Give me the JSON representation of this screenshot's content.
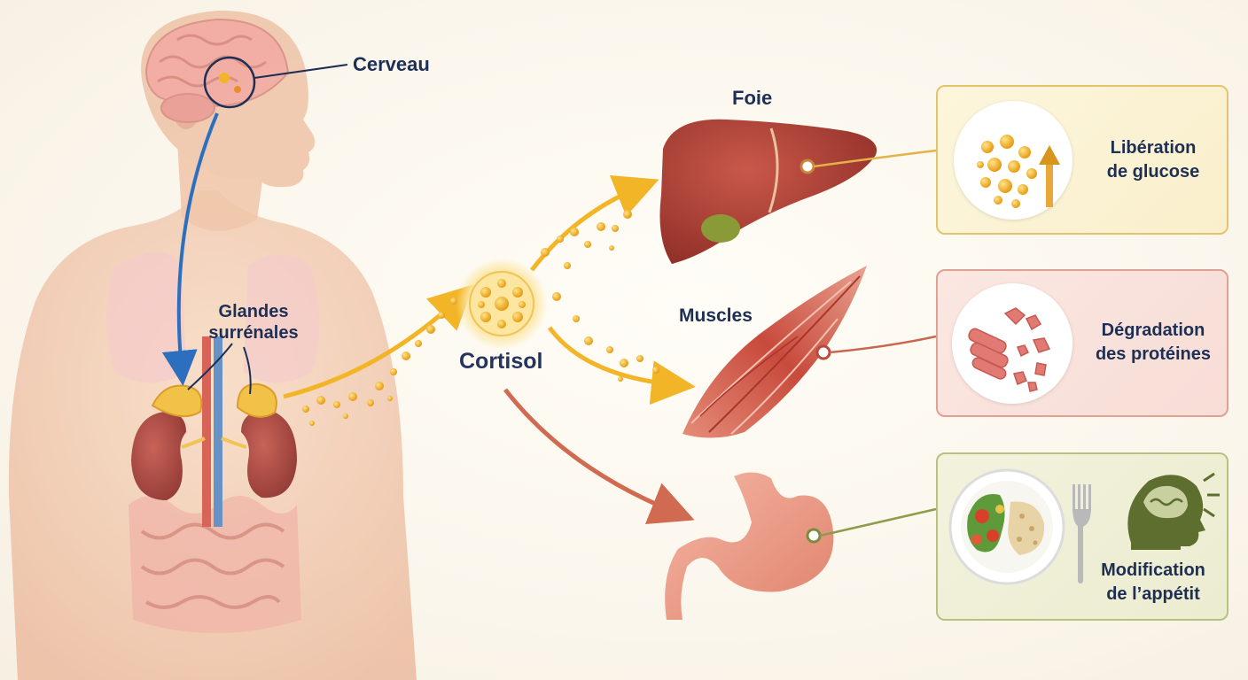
{
  "labels": {
    "brain": "Cerveau",
    "adrenal_line1": "Glandes",
    "adrenal_line2": "surrénales",
    "cortisol": "Cortisol",
    "liver": "Foie",
    "muscles": "Muscles"
  },
  "effects": [
    {
      "line1": "Libération",
      "line2": "de glucose",
      "color": "#e4c46a"
    },
    {
      "line1": "Dégradation",
      "line2": "des protéines",
      "color": "#e1a093"
    },
    {
      "line1": "Modification",
      "line2": "de l’appétit",
      "color": "#b8c27f"
    }
  ],
  "colors": {
    "hormone": "#f2b527",
    "brain_arrow": "#2d6fbf",
    "stomach_arrow": "#d06a50",
    "text": "#1e2f55"
  }
}
